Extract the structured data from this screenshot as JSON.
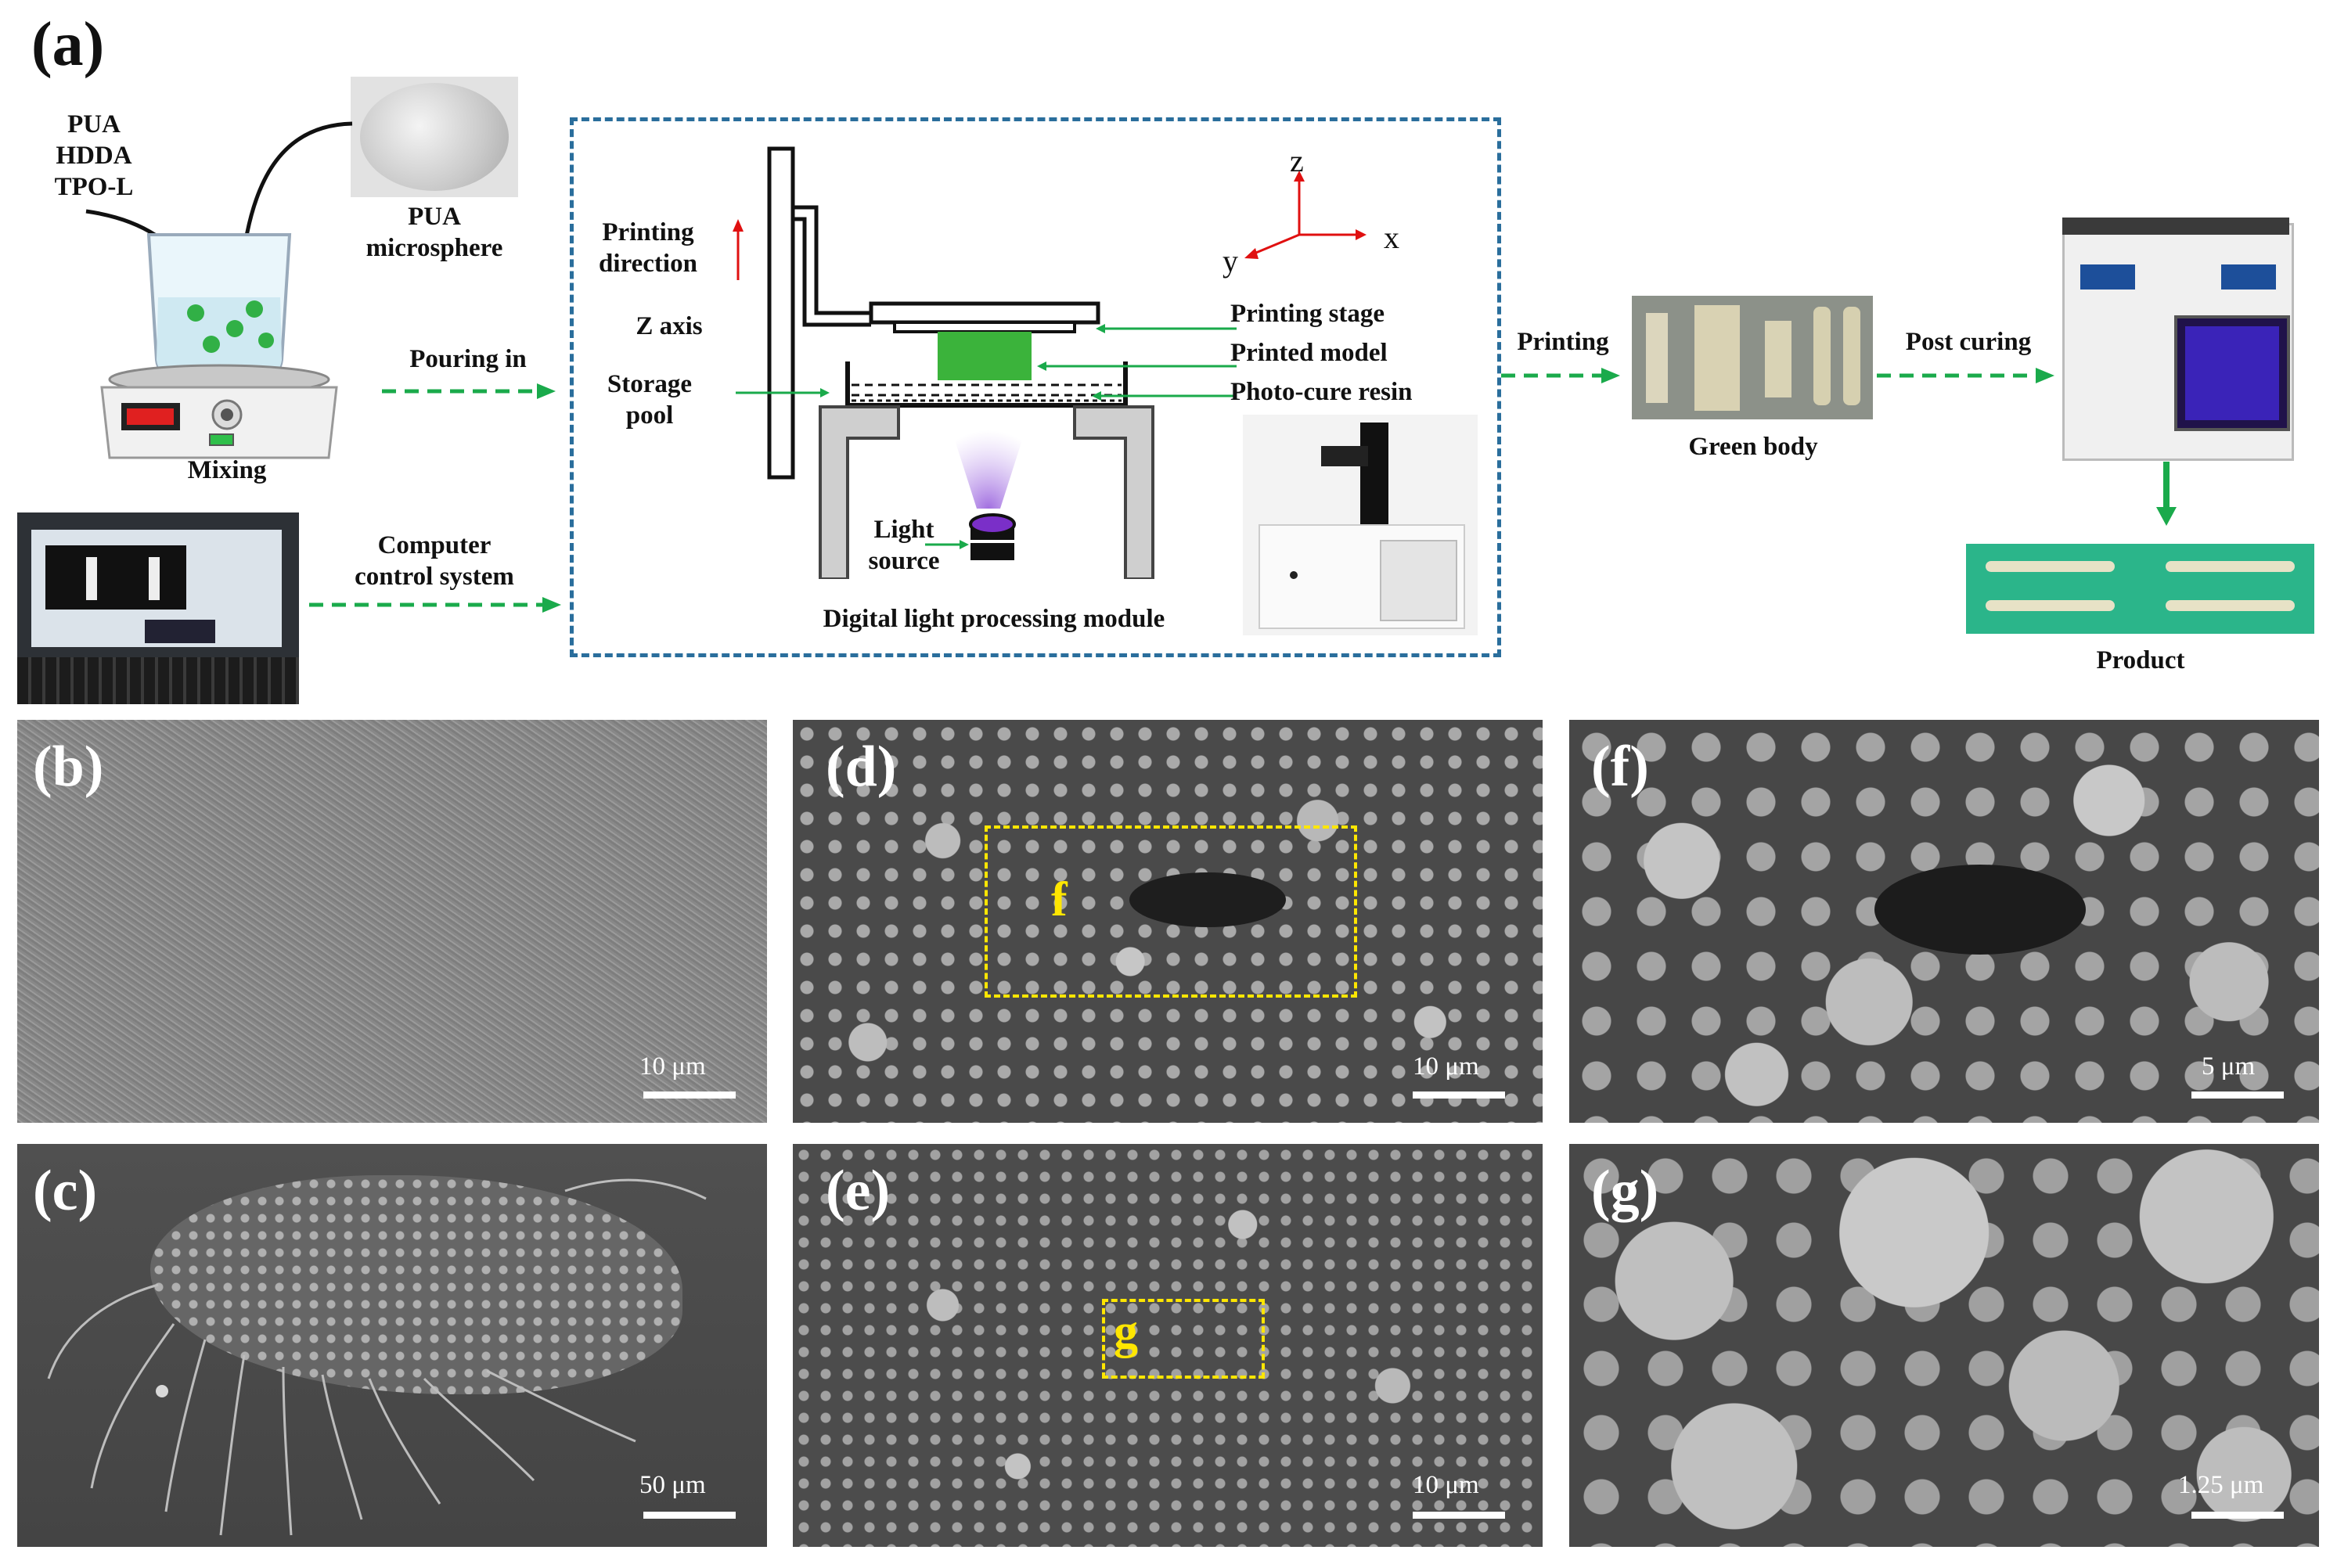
{
  "panel_a": {
    "label": "(a)",
    "ingredients": [
      "PUA",
      "HDDA",
      "TPO-L"
    ],
    "microsphere_label": "PUA\nmicrosphere",
    "mixing_label": "Mixing",
    "pouring_label": "Pouring in",
    "computer_label": "Computer\ncontrol system",
    "printing_direction_label": "Printing\ndirection",
    "z_axis_label": "Z axis",
    "storage_pool_label": "Storage\npool",
    "light_source_label": "Light\nsource",
    "axes": {
      "z": "z",
      "y": "y",
      "x": "x"
    },
    "printing_stage_label": "Printing stage",
    "printed_model_label": "Printed model",
    "photo_cure_label": "Photo-cure resin",
    "module_label": "Digital light processing module",
    "printing_arrow_label": "Printing",
    "green_body_label": "Green body",
    "post_curing_label": "Post curing",
    "product_label": "Product"
  },
  "sem_panels": [
    {
      "letter": "(b)",
      "scale": "10 μm",
      "inset": ""
    },
    {
      "letter": "(d)",
      "scale": "10 μm",
      "inset": "f"
    },
    {
      "letter": "(f)",
      "scale": "5 μm",
      "inset": ""
    },
    {
      "letter": "(c)",
      "scale": "50 μm",
      "inset": ""
    },
    {
      "letter": "(e)",
      "scale": "10 μm",
      "inset": "g"
    },
    {
      "letter": "(g)",
      "scale": "1.25 μm",
      "inset": ""
    }
  ],
  "colors": {
    "accent_green": "#1aaa4b",
    "module_border": "#2a6e9c",
    "printed_model": "#3bb33b",
    "inset_yellow": "#ffe600",
    "product_bg": "#2bb58a"
  }
}
